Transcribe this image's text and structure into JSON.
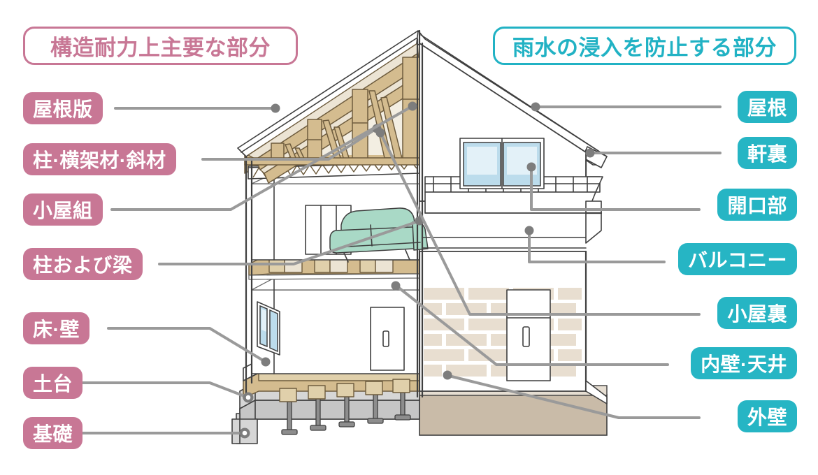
{
  "headers": {
    "left": {
      "label": "構造耐力上主要な部分",
      "color": "#c87795"
    },
    "right": {
      "label": "雨水の浸入を防止する部分",
      "color": "#21b2c4"
    }
  },
  "left_labels": [
    {
      "label": "屋根版",
      "name": "label-roof-panel"
    },
    {
      "label": "柱·横架材·斜材",
      "name": "label-column-beam-brace"
    },
    {
      "label": "小屋組",
      "name": "label-roof-truss"
    },
    {
      "label": "柱および梁",
      "name": "label-column-and-girder"
    },
    {
      "label": "床·壁",
      "name": "label-floor-wall"
    },
    {
      "label": "土台",
      "name": "label-sill"
    },
    {
      "label": "基礎",
      "name": "label-foundation"
    }
  ],
  "right_labels": [
    {
      "label": "屋根",
      "name": "label-roof"
    },
    {
      "label": "軒裏",
      "name": "label-eave-soffit"
    },
    {
      "label": "開口部",
      "name": "label-opening"
    },
    {
      "label": "バルコニー",
      "name": "label-balcony"
    },
    {
      "label": "小屋裏",
      "name": "label-attic"
    },
    {
      "label": "内壁·天井",
      "name": "label-inner-wall-ceiling"
    },
    {
      "label": "外壁",
      "name": "label-outer-wall"
    }
  ],
  "colors": {
    "pink": "#c87795",
    "teal": "#26b5c4",
    "leader": "#9a9a9a",
    "wood": "#d4bc8f",
    "wood_light": "#ece4d4",
    "wood_dark": "#6e5c3e",
    "brick": "#e8ded0",
    "concrete": "#d6d6d6",
    "sofa": "#a9d9c6",
    "glass": "#bcdcec",
    "outline": "#3f3f3f",
    "ground": "#c9bba8"
  }
}
